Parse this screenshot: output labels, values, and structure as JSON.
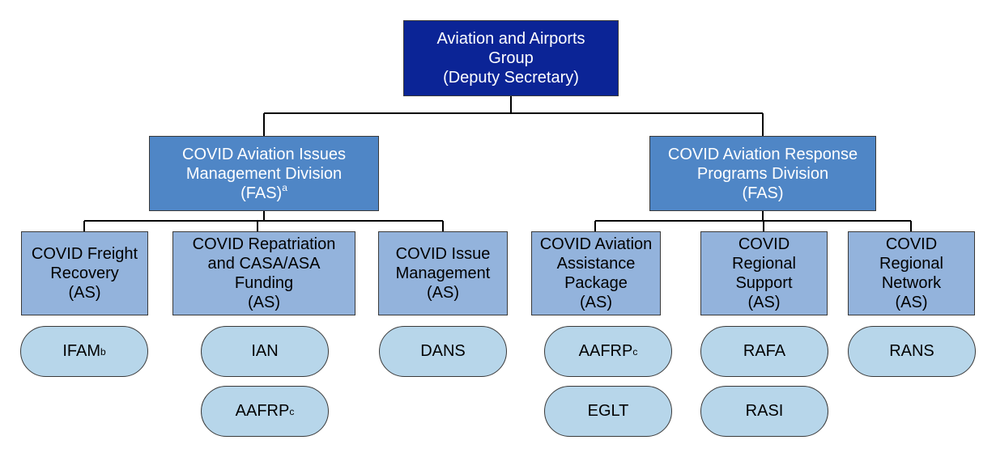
{
  "top": {
    "line1": "Aviation and Airports",
    "line2": "Group",
    "line3": "(Deputy Secretary)"
  },
  "divisions": [
    {
      "line1": "COVID Aviation Issues",
      "line2": "Management Division",
      "line3": "(FAS)",
      "note": "a"
    },
    {
      "line1": "COVID Aviation Response",
      "line2": "Programs Division",
      "line3": "(FAS)"
    }
  ],
  "branches": [
    {
      "lines": [
        "COVID Freight",
        "Recovery",
        "(AS)"
      ]
    },
    {
      "lines": [
        "COVID Repatriation",
        "and CASA/ASA",
        "Funding",
        "(AS)"
      ]
    },
    {
      "lines": [
        "COVID Issue",
        "Management",
        "(AS)"
      ]
    },
    {
      "lines": [
        "COVID Aviation",
        "Assistance",
        "Package",
        "(AS)"
      ]
    },
    {
      "lines": [
        "COVID",
        "Regional",
        "Support",
        "(AS)"
      ]
    },
    {
      "lines": [
        "COVID",
        "Regional",
        "Network",
        "(AS)"
      ]
    }
  ],
  "programs": [
    {
      "label": "IFAM",
      "note": "b"
    },
    {
      "label": "IAN"
    },
    {
      "label": "AAFRP",
      "note": "c"
    },
    {
      "label": "DANS"
    },
    {
      "label": "AAFRP",
      "note": "c"
    },
    {
      "label": "EGLT"
    },
    {
      "label": "RAFA"
    },
    {
      "label": "RASI"
    },
    {
      "label": "RANS"
    }
  ]
}
